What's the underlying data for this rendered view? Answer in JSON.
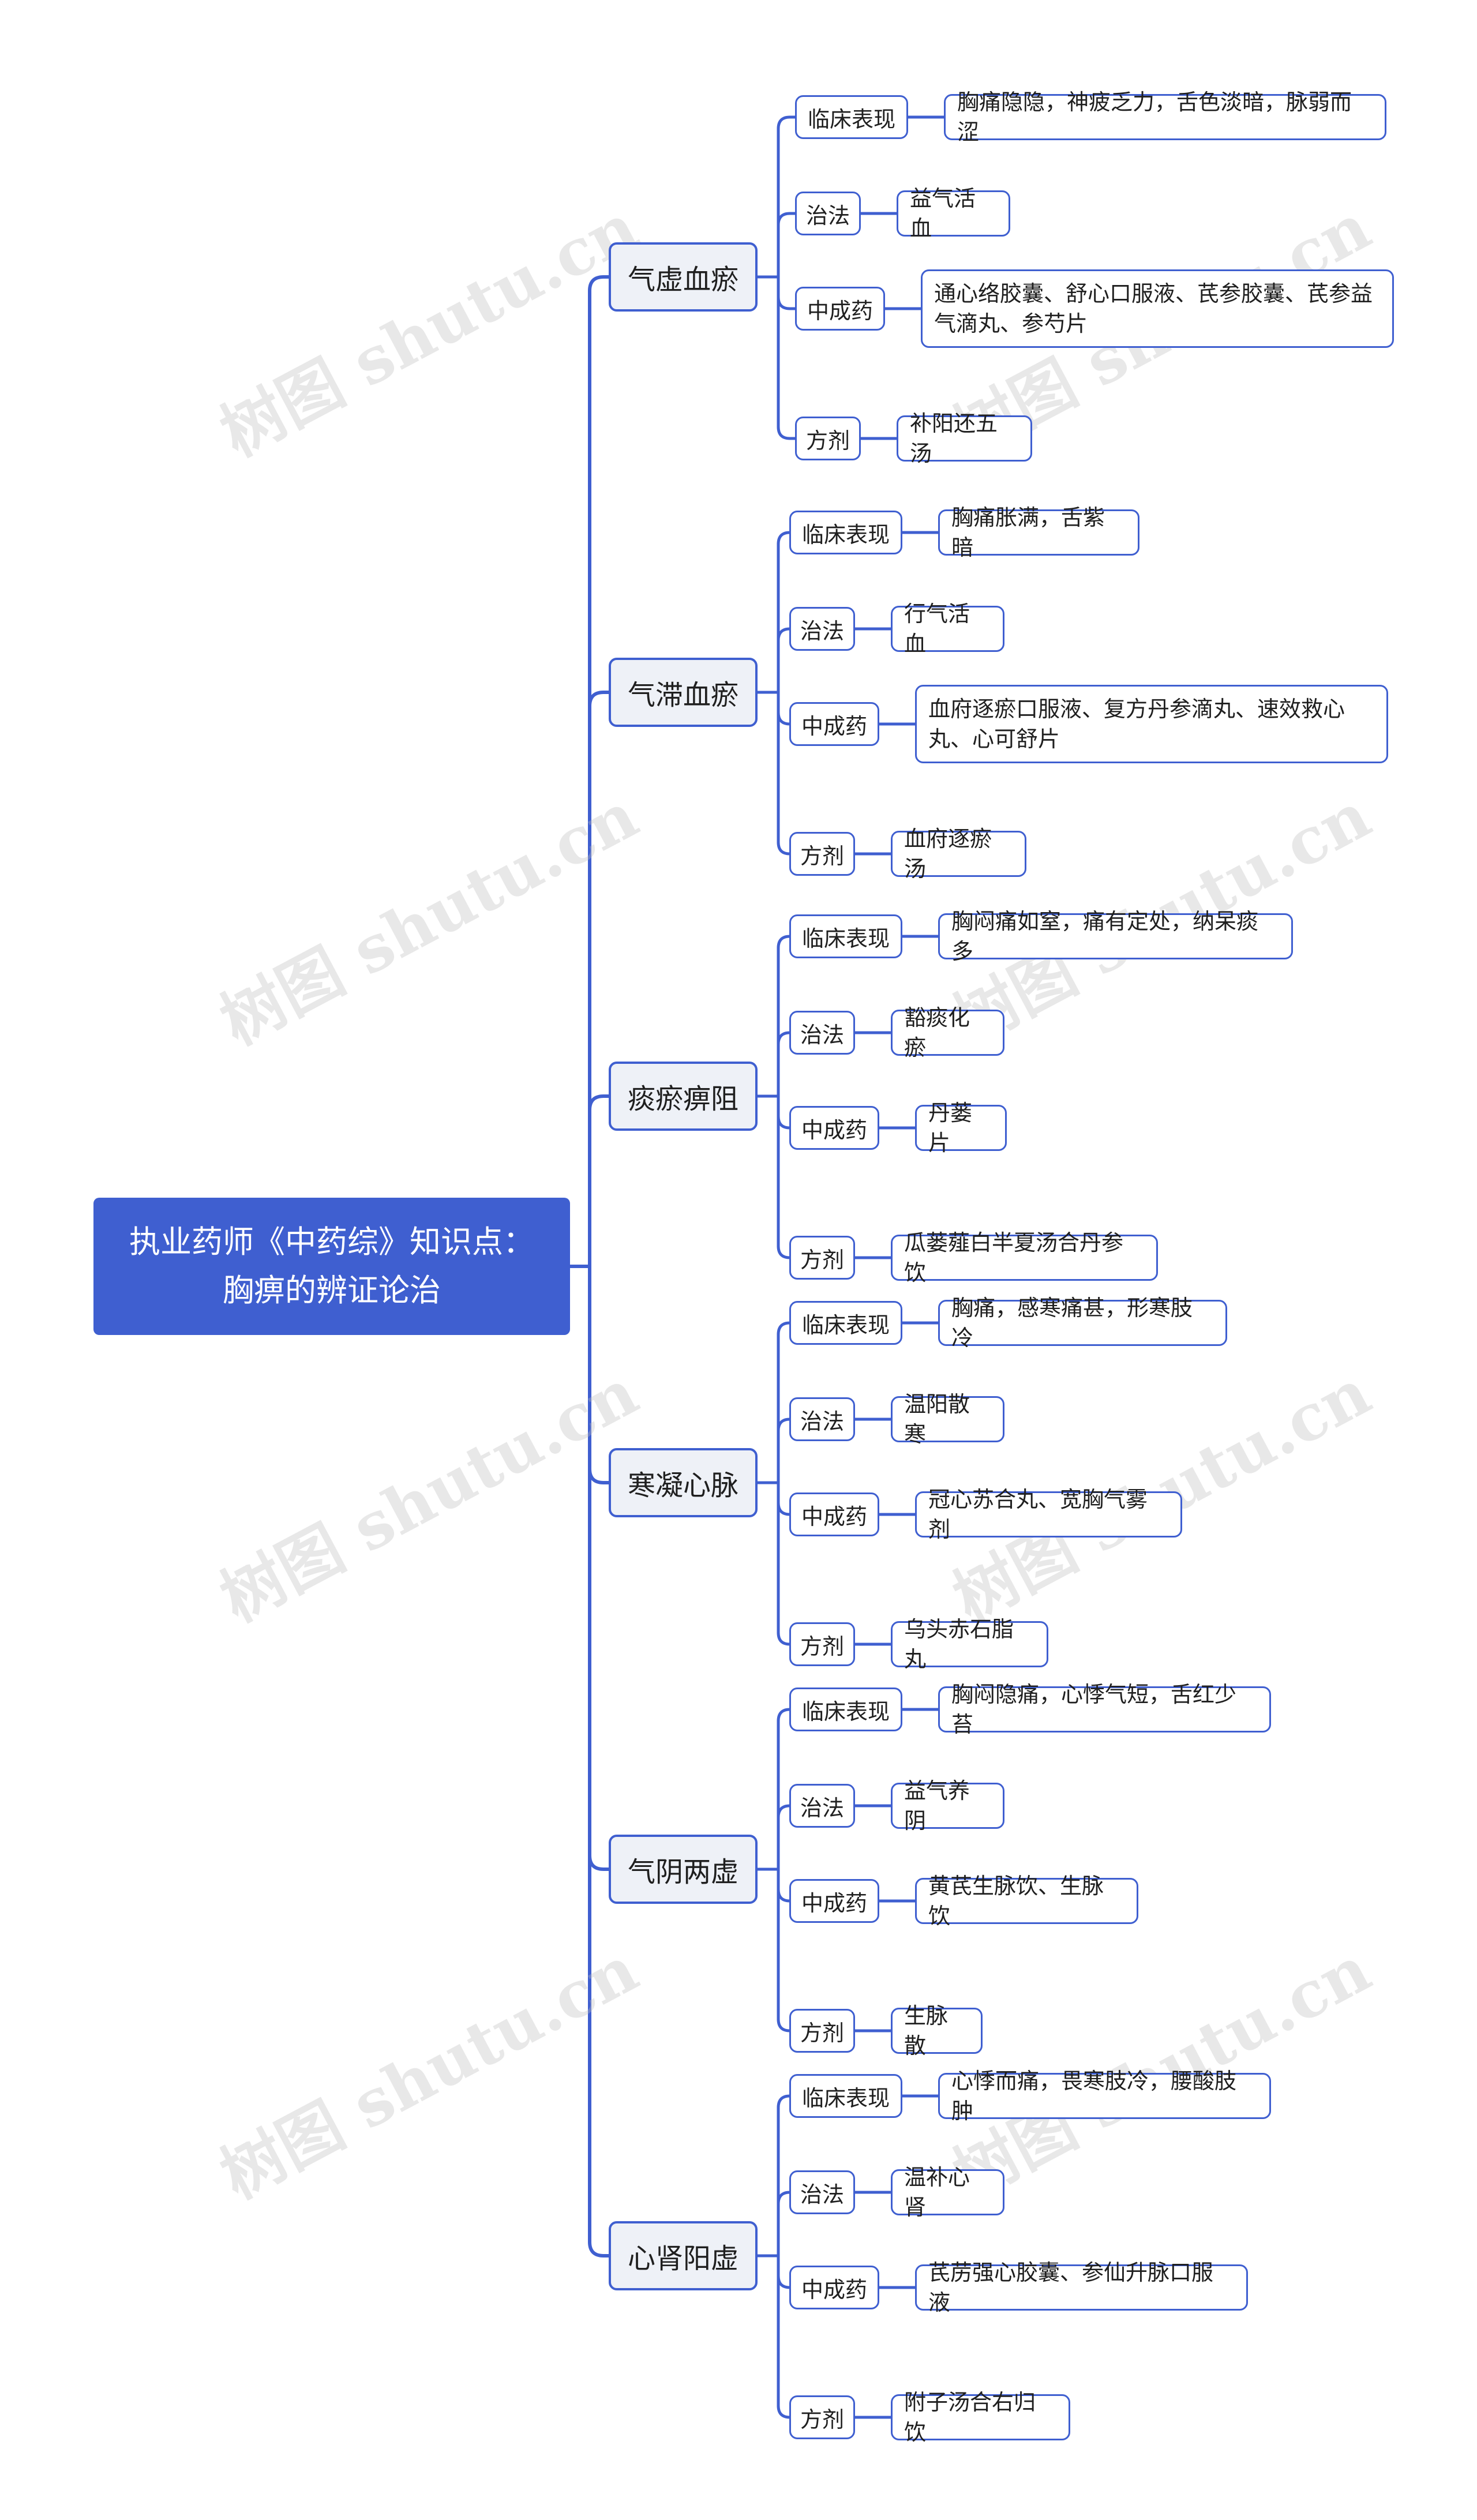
{
  "root": {
    "title": "执业药师《中药综》知识点：胸痹的辨证论治"
  },
  "watermark_text": "树图 shutu.cn",
  "colors": {
    "accent": "#3f5fd0",
    "branch_bg": "#eef1f7"
  },
  "branches": [
    {
      "label": "气虚血瘀",
      "items": [
        {
          "label": "临床表现",
          "value": "胸痛隐隐，神疲乏力，舌色淡暗，脉弱而涩"
        },
        {
          "label": "治法",
          "value": "益气活血"
        },
        {
          "label": "中成药",
          "value": "通心络胶囊、舒心口服液、芪参胶囊、芪参益气滴丸、参芍片"
        },
        {
          "label": "方剂",
          "value": "补阳还五汤"
        }
      ]
    },
    {
      "label": "气滞血瘀",
      "items": [
        {
          "label": "临床表现",
          "value": "胸痛胀满，舌紫暗"
        },
        {
          "label": "治法",
          "value": "行气活血"
        },
        {
          "label": "中成药",
          "value": "血府逐瘀口服液、复方丹参滴丸、速效救心丸、心可舒片"
        },
        {
          "label": "方剂",
          "value": "血府逐瘀汤"
        }
      ]
    },
    {
      "label": "痰瘀痹阻",
      "items": [
        {
          "label": "临床表现",
          "value": "胸闷痛如窒，痛有定处，纳呆痰多"
        },
        {
          "label": "治法",
          "value": "豁痰化瘀"
        },
        {
          "label": "中成药",
          "value": "丹蒌片"
        },
        {
          "label": "方剂",
          "value": "瓜蒌薤白半夏汤合丹参饮"
        }
      ]
    },
    {
      "label": "寒凝心脉",
      "items": [
        {
          "label": "临床表现",
          "value": "胸痛，感寒痛甚，形寒肢冷"
        },
        {
          "label": "治法",
          "value": "温阳散寒"
        },
        {
          "label": "中成药",
          "value": "冠心苏合丸、宽胸气雾剂"
        },
        {
          "label": "方剂",
          "value": "乌头赤石脂丸"
        }
      ]
    },
    {
      "label": "气阴两虚",
      "items": [
        {
          "label": "临床表现",
          "value": "胸闷隐痛，心悸气短，舌红少苔"
        },
        {
          "label": "治法",
          "value": "益气养阴"
        },
        {
          "label": "中成药",
          "value": "黄芪生脉饮、生脉饮"
        },
        {
          "label": "方剂",
          "value": "生脉散"
        }
      ]
    },
    {
      "label": "心肾阳虚",
      "items": [
        {
          "label": "临床表现",
          "value": "心悸而痛，畏寒肢冷，腰酸肢肿"
        },
        {
          "label": "治法",
          "value": "温补心肾"
        },
        {
          "label": "中成药",
          "value": "芪苈强心胶囊、参仙升脉口服液"
        },
        {
          "label": "方剂",
          "value": "附子汤合右归饮"
        }
      ]
    }
  ]
}
